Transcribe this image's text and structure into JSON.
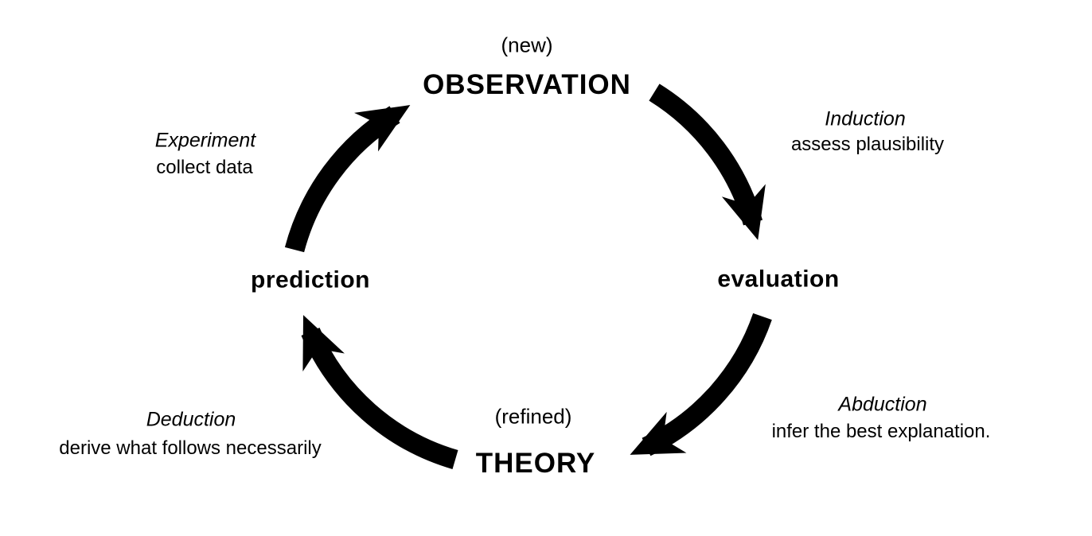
{
  "diagram": {
    "nodes": {
      "observation": {
        "qualifier": "(new)",
        "label": "OBSERVATION"
      },
      "evaluation": {
        "label": "evaluation"
      },
      "theory": {
        "qualifier": "(refined)",
        "label": "THEORY"
      },
      "prediction": {
        "label": "prediction"
      }
    },
    "edges": {
      "induction": {
        "name": "Induction",
        "description": "assess plausibility"
      },
      "abduction": {
        "name": "Abduction",
        "description": "infer the best explanation."
      },
      "deduction": {
        "name": "Deduction",
        "description": "derive what follows necessarily"
      },
      "experiment": {
        "name": "Experiment",
        "description": "collect data"
      }
    },
    "colors": {
      "ink": "#000000",
      "background": "#ffffff"
    }
  }
}
